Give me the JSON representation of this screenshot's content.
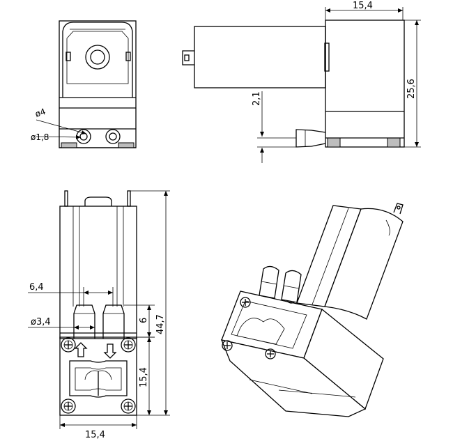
{
  "dimensions": {
    "side_width": "15,4",
    "side_height": "25,6",
    "nozzle_offset": "2,1",
    "outer_diameter": "ø4",
    "inner_diameter": "ø1,8",
    "port_spacing": "6,4",
    "port_diameter": "ø3,4",
    "nozzle_length": "6",
    "total_height": "44,7",
    "base_height": "15,4",
    "base_width": "15,4"
  }
}
